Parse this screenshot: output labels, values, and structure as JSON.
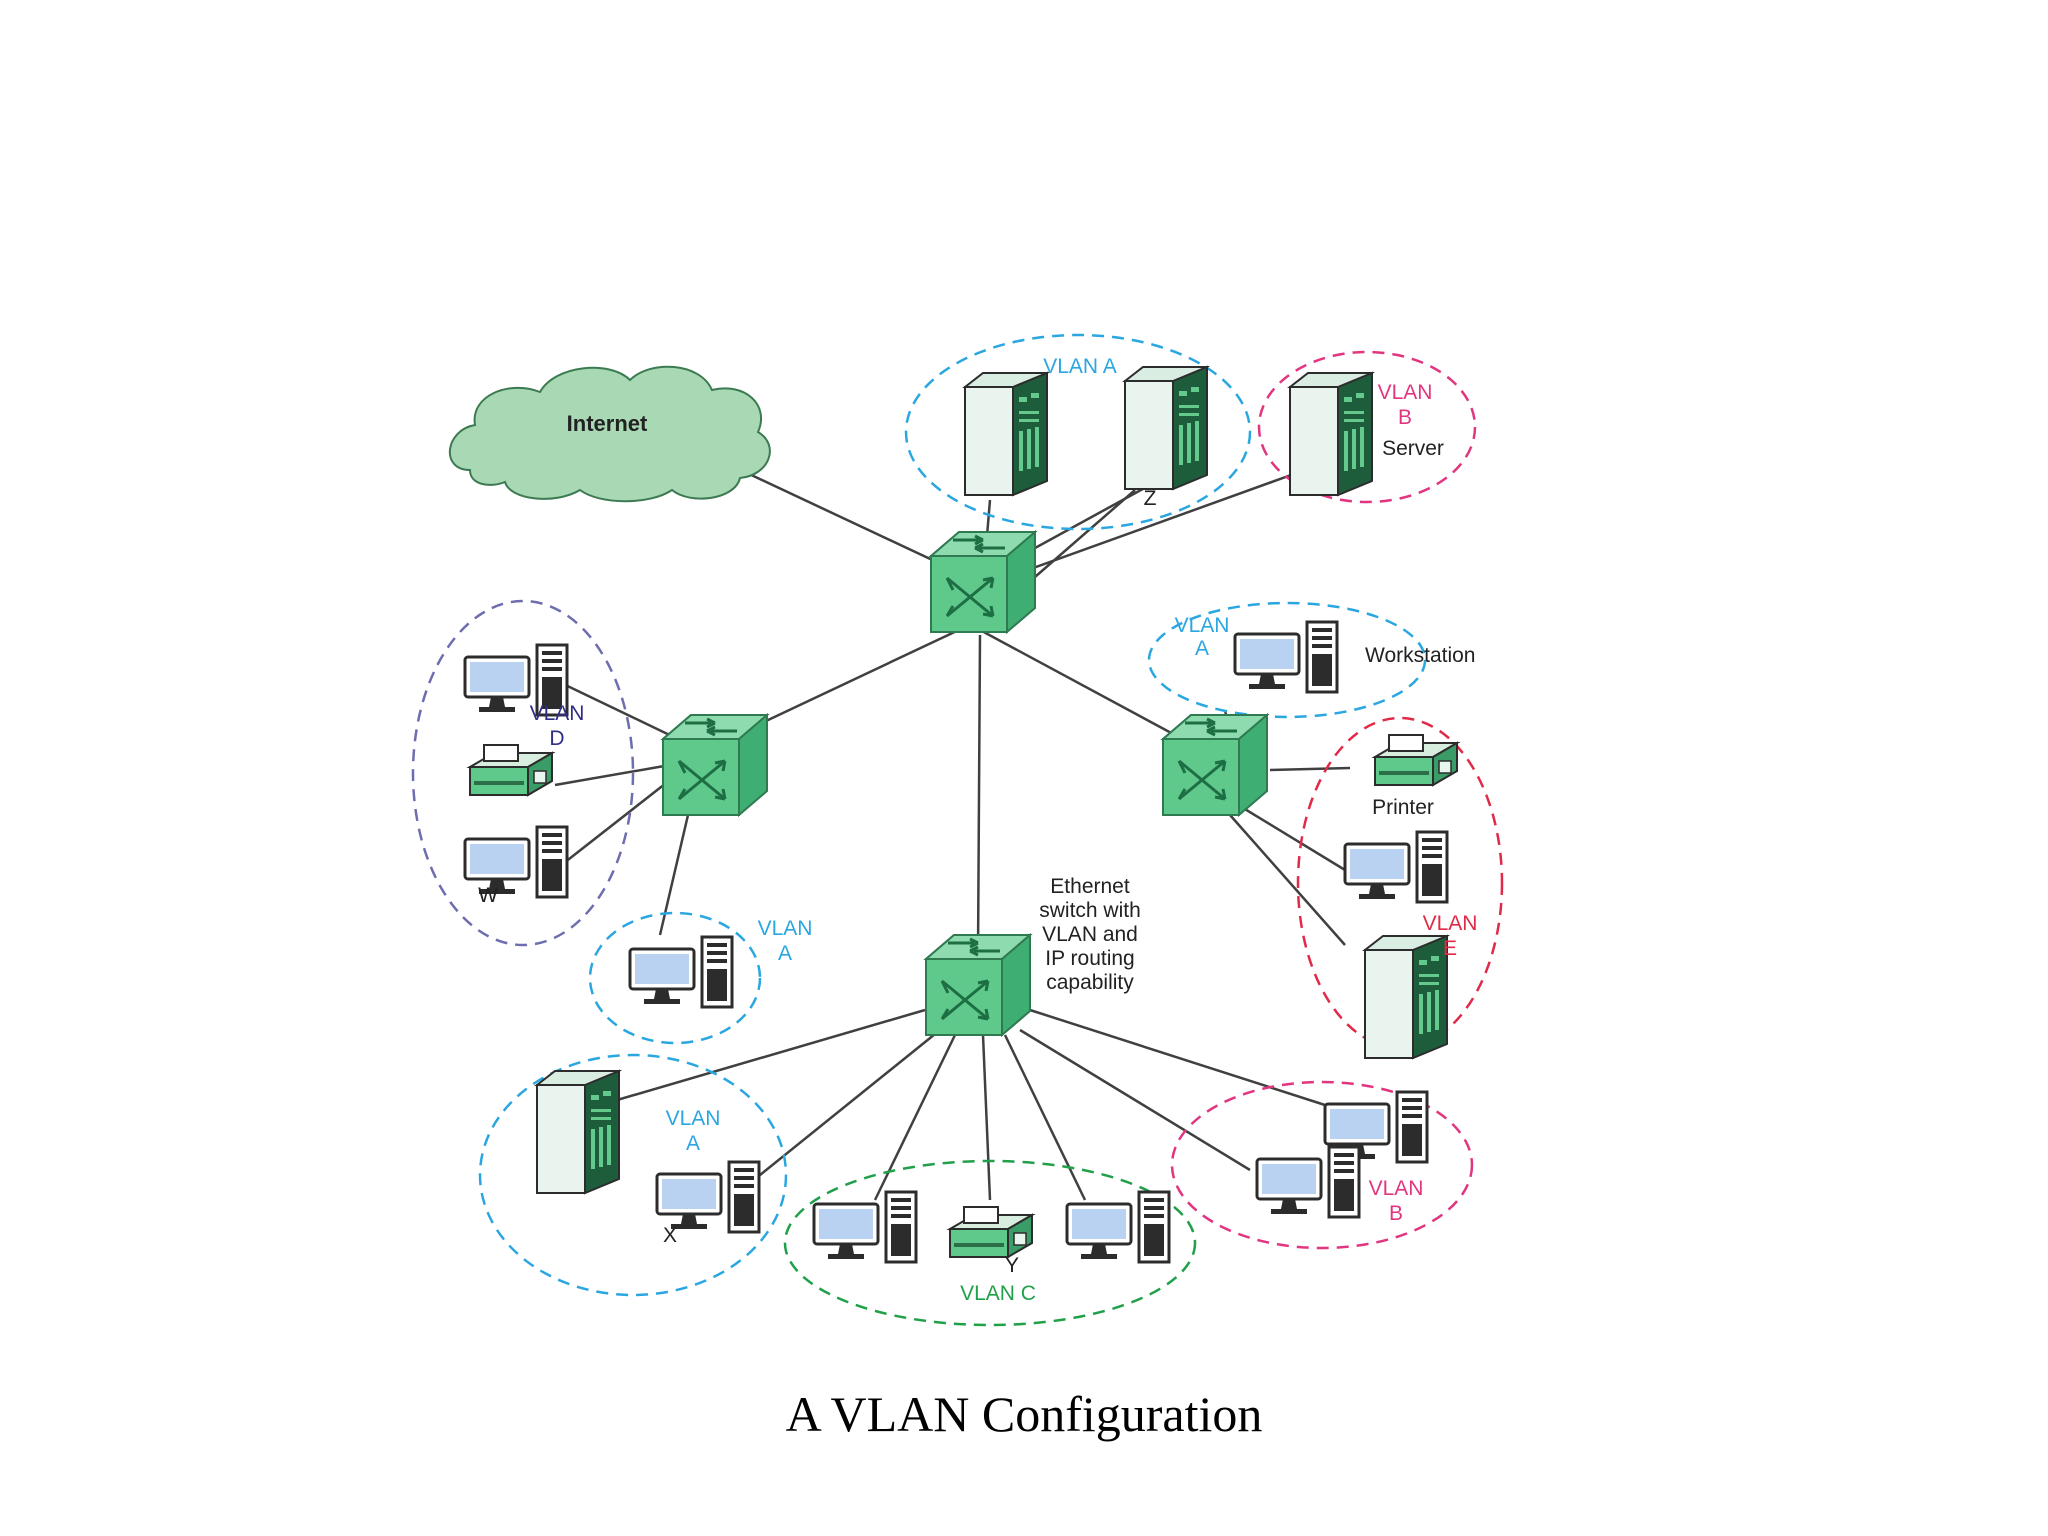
{
  "diagram": {
    "caption": "A VLAN Configuration",
    "colors": {
      "vlan_a": "#2aa6e0",
      "vlan_b": "#e23580",
      "vlan_c": "#21a04a",
      "vlan_d": "#2f2f86",
      "vlan_e": "#e02a48",
      "switch": "#5fc98c",
      "cloud": "#a9d9b4",
      "line": "#404040"
    },
    "labels": {
      "internet": "Internet",
      "vlan_a_top": "VLAN A",
      "vlan_b_top_1": "VLAN",
      "vlan_b_top_2": "B",
      "server": "Server",
      "z": "Z",
      "vlan_a_ws_1": "VLAN",
      "vlan_a_ws_2": "A",
      "workstation": "Workstation",
      "vlan_d_1": "VLAN",
      "vlan_d_2": "D",
      "w": "W",
      "printer": "Printer",
      "vlan_a_left_1": "VLAN",
      "vlan_a_left_2": "A",
      "switch_note_1": "Ethernet",
      "switch_note_2": "switch with",
      "switch_note_3": "VLAN and",
      "switch_note_4": "IP routing",
      "switch_note_5": "capability",
      "vlan_e_1": "VLAN",
      "vlan_e_2": "E",
      "vlan_a_bottom_1": "VLAN",
      "vlan_a_bottom_2": "A",
      "x": "X",
      "y": "Y",
      "vlan_c": "VLAN C",
      "vlan_b_bottom_1": "VLAN",
      "vlan_b_bottom_2": "B"
    },
    "icons": [
      "cloud-icon",
      "switch-icon",
      "server-icon",
      "computer-icon",
      "printer-icon"
    ]
  }
}
